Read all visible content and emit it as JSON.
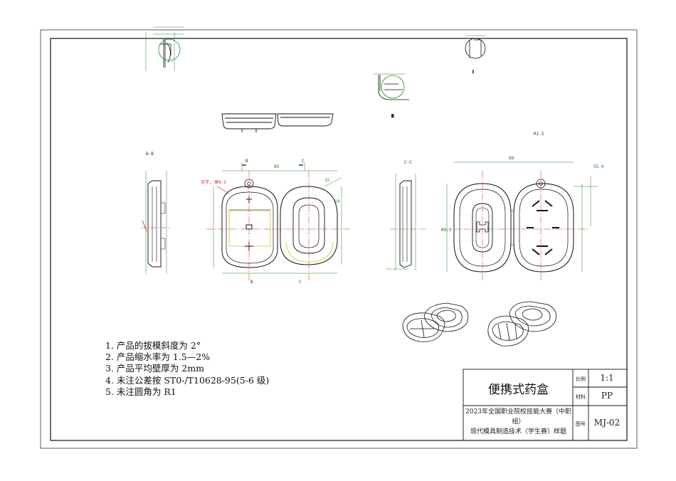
{
  "notes": [
    "1. 产品的拔模斜度为 2°",
    "2. 产品缩水率为 1.5—2%",
    "3. 产品平均壁厚为 2mm",
    "4. 未注公差按 ST0-/T10628-95(5-6 级)",
    "5. 未注圆角为 R1"
  ],
  "title_block": {
    "part_name": "便携式药盒",
    "competition_line1": "2023年全国职业院校技能大赛（中职组）",
    "competition_line2": "现代模具制造技术（学生赛）样题",
    "scale_label": "比例",
    "scale_value": "1:1",
    "material_label": "材料",
    "material_value": "PP",
    "drawing_no_label": "图号",
    "drawing_no_value": "MJ-02"
  },
  "views": {
    "section_bb": "B-B",
    "section_cc": "C-C",
    "detail_b": "B",
    "detail_i": "Ⅰ",
    "width_dim": "88",
    "height_dim": "61.5",
    "cut_b": "B",
    "cut_c": "C",
    "dim_55": "55.4",
    "dim_ra": "R1.5",
    "dim_85": "85",
    "text_label": "点字, 高0.2",
    "dim_15": "15",
    "dim_19": "19"
  },
  "colors": {
    "line": "#111111",
    "dimension": "#1a8a1a",
    "section_line": "#cc2222",
    "hatch": "#d4c020"
  }
}
